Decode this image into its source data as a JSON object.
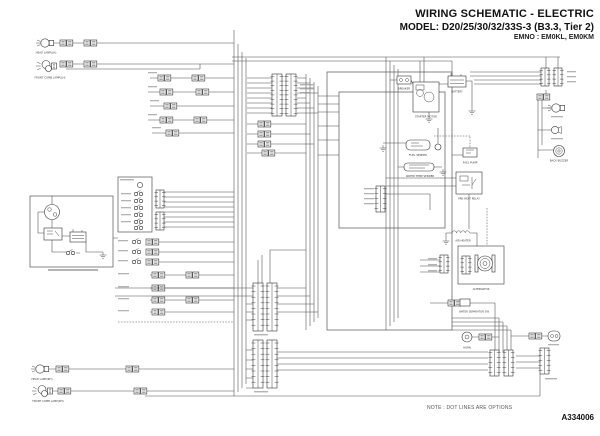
{
  "title_block": {
    "line1": "WIRING SCHEMATIC - ELECTRIC",
    "line2": "MODEL: D20/25/30/32/33S-3 (B3.3, Tier 2)",
    "line3": "EMNO : EM0KL, EM0KM"
  },
  "footer": {
    "note": "NOTE : DOT LINES ARE OPTIONS",
    "doc_no": "A334006"
  },
  "labels": {
    "head_lamp_lh": "HEAD LAMP(LH)",
    "front_comb_lamp_lh": "FRONT COMB LAMP(LH)",
    "head_lamp_rh": "HEAD LAMP(RH)",
    "front_comb_lamp_rh": "FRONT COMB LAMP(RH)",
    "breaker": "BREAKER",
    "starter_motor": "STARTER MOTOR",
    "battery": "BATTERY",
    "fuel_sender": "FUEL SENDER",
    "water_temp_sender": "WATER TEMP SENDER",
    "fuel_pump": "FUEL PUMP",
    "preheat_relay": "PRE-HEAT RELAY",
    "air_heater": "AIR HEATER",
    "alternator": "ALTERNATOR",
    "horn": "HORN",
    "water_separator_sw": "WATER SEPARATOR SW",
    "back_buzzer": "BACK BUZZER"
  },
  "colors": {
    "background": "#ffffff",
    "line": "#4a4a4a",
    "text": "#111111"
  }
}
